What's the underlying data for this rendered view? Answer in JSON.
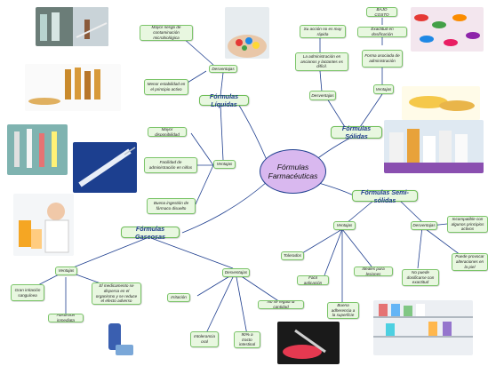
{
  "central": {
    "line1": "Fórmulas",
    "line2": "Farmacéuticas"
  },
  "liquidas": {
    "title": "Fórmulas Líquidas",
    "desventajas": {
      "label": "Desventajas",
      "items": [
        "Mayor riesgo de contaminación microbiológica",
        "Menor estabilidad en el principio activo"
      ]
    },
    "ventajas": {
      "label": "Ventajas",
      "items": [
        "Mayor disponibilidad",
        "Facilidad de administración en niños",
        "Buena ingestión de fármaco disuelto"
      ]
    }
  },
  "solidas": {
    "title": "Fórmulas Sólidas",
    "desventajas": {
      "label": "Desventajas",
      "items": [
        "Su acción no es muy rápida",
        "La administración en ancianos y lactantes es difícil."
      ]
    },
    "ventajas": {
      "label": "Ventajas",
      "items": [
        "BAJO COSTO",
        "Exactitud en dosificación",
        "Forma asociada de administración"
      ]
    }
  },
  "semisolidas": {
    "title": "Fórmulas Semi- sólidas",
    "ventajas": {
      "label": "Ventajas",
      "items": [
        "Tolerados",
        "Fácil aplicación",
        "Buena adherencia a la superficie",
        "Ideales para lesiones"
      ]
    },
    "desventajas": {
      "label": "Desventajas",
      "items": [
        "No puede dosificarse con exactitud",
        "Incompatible con algunos principios activos",
        "Puede provocar alteraciones en la piel"
      ]
    }
  },
  "gaseosas": {
    "title": "Fórmulas Gaseosas",
    "ventajas": {
      "label": "Ventajas",
      "items": [
        "Gran irritación sanguínea",
        "Absorción inmediata",
        "El medicamento se dispersa en el organismo y se reduce el efecto adverso"
      ]
    },
    "desventajas": {
      "label": "Desventajas",
      "items": [
        "Irritación",
        "No se regula la cantidad",
        "Intolerancia oral",
        "90% a tracto intestinal"
      ]
    }
  },
  "colors": {
    "line": "#1f3f8f",
    "node_fill": "#e8f7e0",
    "node_border": "#7cc56a",
    "title_text": "#1b3a8a",
    "center_fill": "#d9b8ef"
  }
}
